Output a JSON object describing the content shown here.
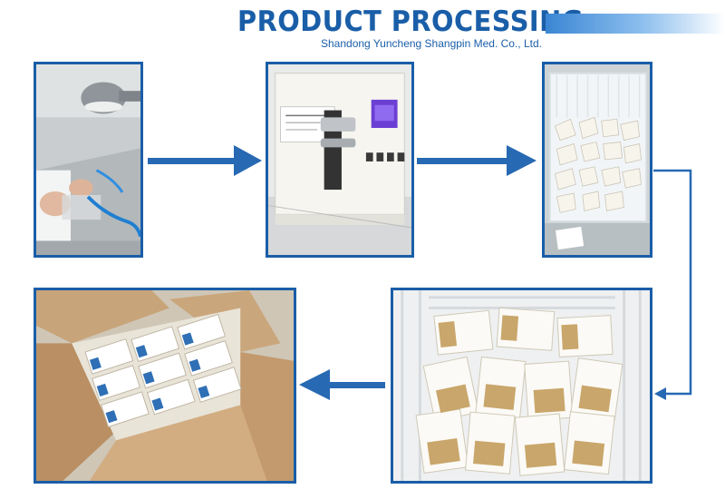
{
  "header": {
    "title": "PRODUCT PROCESSING",
    "subtitle": "Shandong Yuncheng Shangpin Med. Co., Ltd."
  },
  "colors": {
    "brand_blue": "#1a5ea8",
    "arrow_blue": "#2769b3"
  },
  "photos": {
    "step1": {
      "icon": "worker-at-bench-photo"
    },
    "step2": {
      "icon": "winding-machine-photo"
    },
    "step3": {
      "icon": "suture-basket-photo"
    },
    "step4": {
      "icon": "labeled-packets-basket-photo"
    },
    "step5": {
      "icon": "packed-carton-photo"
    }
  }
}
